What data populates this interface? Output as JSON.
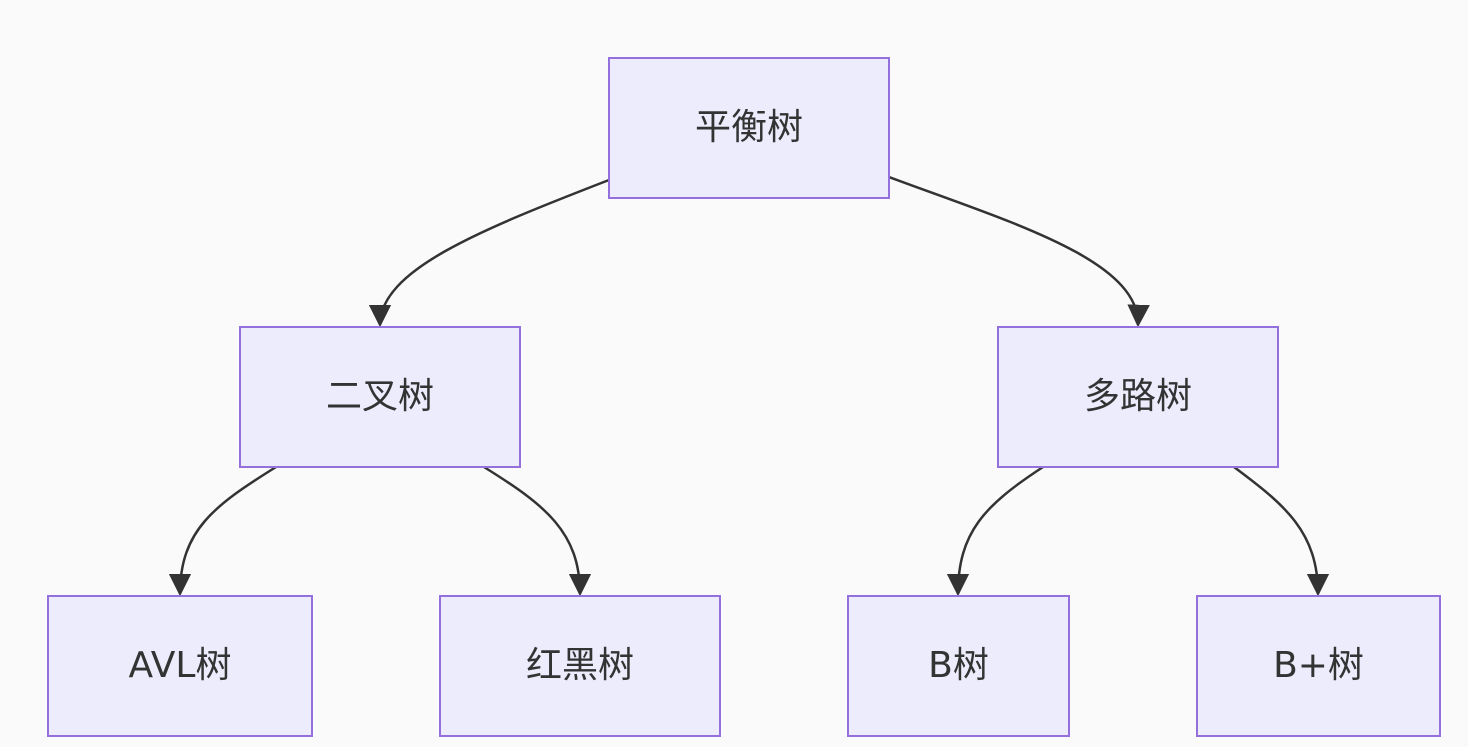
{
  "diagram": {
    "type": "tree-flowchart",
    "colors": {
      "node_fill": "#ececfd",
      "node_stroke": "#9370db",
      "edge": "#333333",
      "text": "#333333",
      "background": "#fafafa"
    },
    "nodes": {
      "root": {
        "label": "平衡树"
      },
      "binary": {
        "label": "二叉树"
      },
      "multiway": {
        "label": "多路树"
      },
      "avl": {
        "label": "AVL树"
      },
      "redblack": {
        "label": "红黑树"
      },
      "b": {
        "label": "B树"
      },
      "bplus": {
        "label": "B+树"
      }
    },
    "edges": [
      {
        "from": "平衡树",
        "to": "二叉树"
      },
      {
        "from": "平衡树",
        "to": "多路树"
      },
      {
        "from": "二叉树",
        "to": "AVL树"
      },
      {
        "from": "二叉树",
        "to": "红黑树"
      },
      {
        "from": "多路树",
        "to": "B树"
      },
      {
        "from": "多路树",
        "to": "B+树"
      }
    ]
  }
}
